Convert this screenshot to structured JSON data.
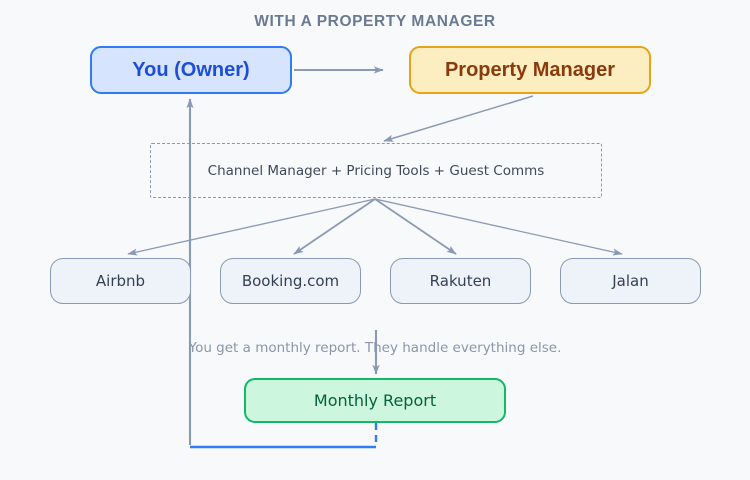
{
  "diagram": {
    "title": "WITH A PROPERTY MANAGER",
    "caption": "You get a monthly report. They handle everything else.",
    "nodes": {
      "owner": "You (Owner)",
      "manager": "Property Manager",
      "tools": "Channel Manager + Pricing Tools + Guest Comms",
      "report": "Monthly Report"
    },
    "channels": [
      {
        "label": "Airbnb"
      },
      {
        "label": "Booking.com"
      },
      {
        "label": "Rakuten"
      },
      {
        "label": "Jalan"
      }
    ],
    "colors": {
      "background": "#f8f9fa",
      "title_text": "#6b7a93",
      "owner_fill": "#d6e4fd",
      "owner_border": "#2f7cf6",
      "owner_text": "#1d4ed8",
      "manager_fill": "#fdeec2",
      "manager_border": "#e8a317",
      "manager_text": "#8a3b0d",
      "tools_border": "#8a9ab5",
      "tools_text": "#3d4a5c",
      "channel_fill": "#eef2f9",
      "channel_border": "#8a9ab5",
      "channel_text": "#344054",
      "report_fill": "#ccf6dd",
      "report_border": "#12b76a",
      "report_text": "#04613a",
      "connector": "#8a9ab5",
      "feedback": "#2f7cf6",
      "caption_text": "#8a96aa"
    }
  }
}
